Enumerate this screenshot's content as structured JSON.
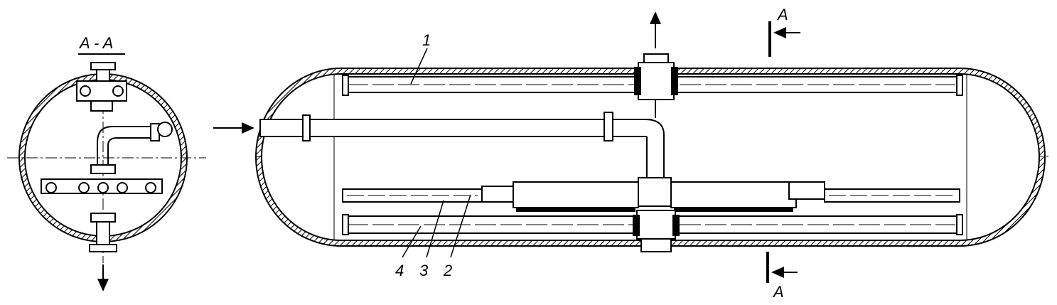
{
  "section_title": "A - A",
  "cut_labels": {
    "top": "A",
    "bottom": "A"
  },
  "part_labels": [
    "1",
    "2",
    "3",
    "4"
  ],
  "colors": {
    "ink": "#000000",
    "paper": "#ffffff",
    "hatch": "#555555"
  }
}
